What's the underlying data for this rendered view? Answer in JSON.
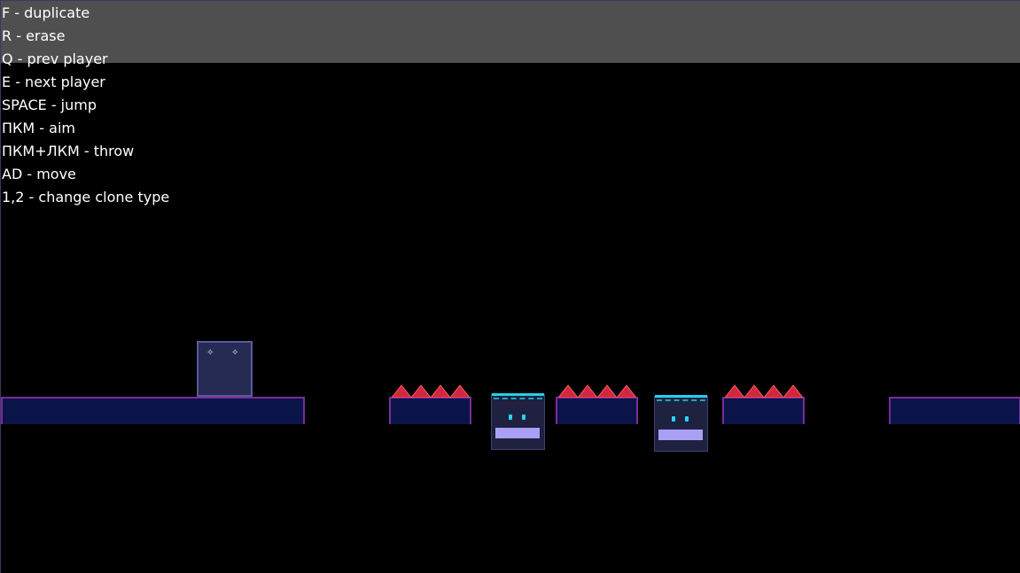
{
  "controls": [
    "F - duplicate",
    "R - erase",
    "Q - prev player",
    "E - next player",
    "SPACE - jump",
    "ПКМ - aim",
    "ПКМ+ЛКМ - throw",
    "AD - move",
    "1,2 - change clone type"
  ],
  "colors": {
    "background": "#000000",
    "hint_banner": "#4f4f4f",
    "platform_fill": "#0b1448",
    "platform_edge": "#7a2a9e",
    "spike": "#d0283c",
    "clone_fill": "#252a52",
    "clone_border": "#5a5a9a",
    "pad_accent": "#22d0ee",
    "pad_mouth": "#a9a0f5"
  },
  "icons": {
    "player": "square-block-with-eyes",
    "hazard": "red-triangle-spikes",
    "pad": "cyan-jump-pad-block"
  }
}
